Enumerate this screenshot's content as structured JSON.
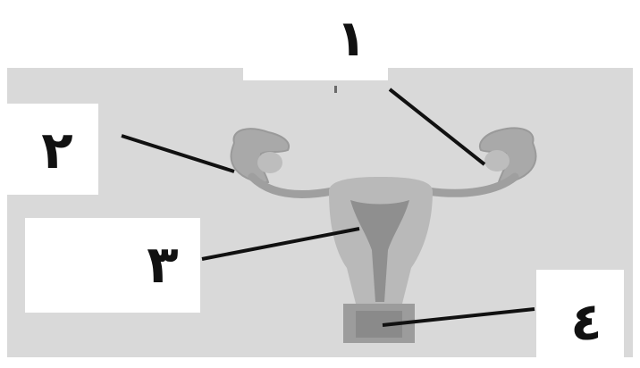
{
  "diagram": {
    "colors": {
      "background_panel": "#d9d9d9",
      "organ_fill": "#b3b3b3",
      "organ_dark": "#8f8f8f",
      "leader_line": "#111111"
    },
    "labels": [
      {
        "id": "label-1",
        "text": "١"
      },
      {
        "id": "label-2",
        "text": "٢"
      },
      {
        "id": "label-3",
        "text": "٣"
      },
      {
        "id": "label-4",
        "text": "٤"
      }
    ]
  }
}
